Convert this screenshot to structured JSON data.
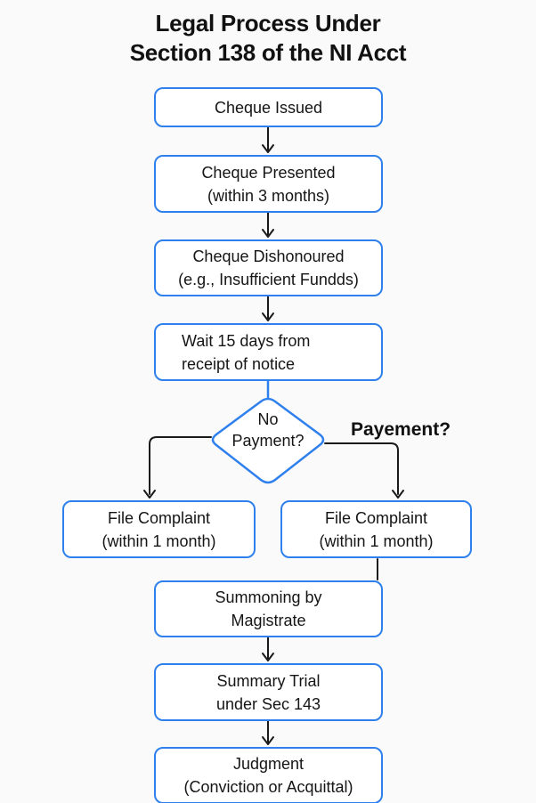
{
  "title": {
    "line1": "Legal Process Under",
    "line2": "Section 138 of the NI Acct"
  },
  "colors": {
    "accent_blue": "#2f80ed",
    "connector_black": "#1a1a1a",
    "background": "#fafafa",
    "node_fill": "#ffffff",
    "text": "#151515"
  },
  "flowchart": {
    "box_cheque_issued": {
      "line1": "Cheque Issued"
    },
    "box_cheque_presented": {
      "line1": "Cheque Presented",
      "line2": "(within 3 months)"
    },
    "box_cheque_dishonoured": {
      "line1": "Cheque Dishonoured",
      "line2": "(e.g., Insufficient Fundds)"
    },
    "box_wait_15_days": {
      "line1": "Wait 15 days from",
      "line2": "receipt of notice"
    },
    "decision_no_payment": {
      "line1": "No",
      "line2": "Payment?"
    },
    "label_payment_branch": "Payement?",
    "box_file_complaint_left": {
      "line1": "File Complaint",
      "line2": "(within 1 month)"
    },
    "box_file_complaint_right": {
      "line1": "File Complaint",
      "line2": "(within 1 month)"
    },
    "box_summoning": {
      "line1": "Summoning by",
      "line2": "Magistrate"
    },
    "box_summary_trial": {
      "line1": "Summary Trial",
      "line2": "under Sec 143"
    },
    "box_judgment": {
      "line1": "Judgment",
      "line2": "(Conviction or Acquittal)"
    },
    "edges": [
      {
        "from": "cheque-issued",
        "to": "cheque-presented",
        "arrow": true
      },
      {
        "from": "cheque-presented",
        "to": "cheque-dishonoured",
        "arrow": true
      },
      {
        "from": "cheque-dishonoured",
        "to": "wait-15-days",
        "arrow": true
      },
      {
        "from": "wait-15-days",
        "to": "no-payment-decision",
        "arrow": false
      },
      {
        "from": "no-payment-decision",
        "to": "file-complaint-left",
        "arrow": true
      },
      {
        "from": "no-payment-decision",
        "to": "file-complaint-right",
        "arrow": true,
        "label": "Payement?"
      },
      {
        "from": "file-complaint-right",
        "to": "summoning",
        "arrow": false
      },
      {
        "from": "summoning",
        "to": "summary-trial",
        "arrow": true
      },
      {
        "from": "summary-trial",
        "to": "judgment",
        "arrow": true
      }
    ]
  }
}
